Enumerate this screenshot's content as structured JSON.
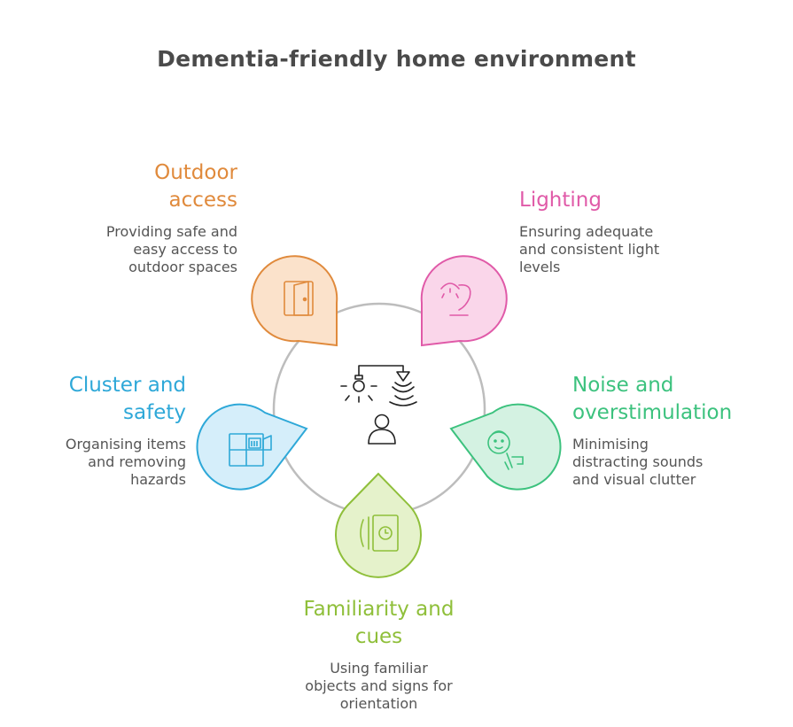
{
  "title": "Dementia-friendly home environment",
  "colors": {
    "outdoor": "#e08a3c",
    "lighting": "#e05aa8",
    "cluster": "#2ea8d8",
    "noise": "#3cc27e",
    "familiarity": "#8fbf3a",
    "ring": "#bdbdbd",
    "center_icon": "#222222"
  },
  "items": {
    "outdoor": {
      "title_line1": "Outdoor",
      "title_line2": "access",
      "desc_line1": "Providing safe and",
      "desc_line2": "easy access to",
      "desc_line3": "outdoor spaces",
      "icon": "door-icon"
    },
    "lighting": {
      "title_line1": "Lighting",
      "desc_line1": "Ensuring adequate",
      "desc_line2": "and consistent light",
      "desc_line3": "levels",
      "icon": "lamp-icon"
    },
    "cluster": {
      "title_line1": "Cluster and",
      "title_line2": "safety",
      "desc_line1": "Organising items",
      "desc_line2": "and removing",
      "desc_line3": "hazards",
      "icon": "shelf-icon"
    },
    "noise": {
      "title_line1": "Noise and",
      "title_line2": "overstimulation",
      "desc_line1": "Minimising",
      "desc_line2": "distracting sounds",
      "desc_line3": "and visual clutter",
      "icon": "baby-face-icon"
    },
    "familiarity": {
      "title_line1": "Familiarity and",
      "title_line2": "cues",
      "desc_line1": "Using familiar",
      "desc_line2": "objects and signs for",
      "desc_line3": "orientation",
      "icon": "clock-sign-icon"
    }
  },
  "center_icon": "person-sensor-light-icon"
}
